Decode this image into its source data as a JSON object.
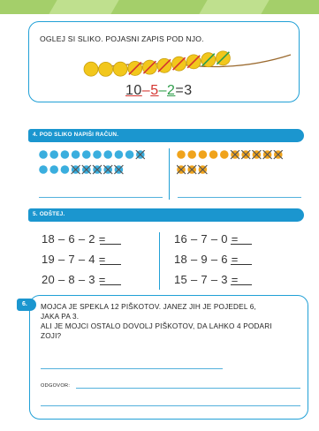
{
  "colors": {
    "blue": "#1b96cf",
    "box_border": "#21a0d6",
    "red": "#d43530",
    "green": "#2e9d4a",
    "yellow": "#f2c71c",
    "bead_blue": "#3aaede",
    "bead_orange": "#f0a31b"
  },
  "exercise3": {
    "instruction": "OGLEJ SI SLIKO. POJASNI ZAPIS POD NJO.",
    "equation": {
      "total": "10",
      "minus1": "–",
      "sub1": "5",
      "minus2": "–",
      "sub2": "2",
      "equals": "=",
      "result": "3"
    },
    "beads": {
      "count": 10,
      "crossed_red": 5,
      "crossed_green": 2
    }
  },
  "exercise4": {
    "header": "4. POD SLIKO NAPIŠI RAČUN.",
    "left_picture": {
      "row1_total": 10,
      "row1_crossed": 1,
      "row2_total": 8,
      "row2_crossed": 5
    },
    "right_picture": {
      "row1_total": 10,
      "row1_crossed": 5,
      "row2_total": 3,
      "row2_crossed": 3
    }
  },
  "exercise5": {
    "header": "5. ODŠTEJ.",
    "left": [
      "18 – 6 – 2 =",
      "19 – 7 – 4 =",
      "20 – 8 – 3 ="
    ],
    "right": [
      "16 – 7 – 0 =",
      "18 – 9 – 6 =",
      "15 – 7 – 3 ="
    ]
  },
  "exercise6": {
    "number": "6.",
    "lines": [
      "MOJCA JE SPEKLA 12 PIŠKOTOV. JANEZ JIH JE POJEDEL 6,",
      "JAKA PA 3.",
      "ALI JE MOJCI OSTALO DOVOLJ PIŠKOTOV, DA LAHKO 4 PODARI",
      "ZOJI?"
    ],
    "answer_label": "ODGOVOR:"
  }
}
